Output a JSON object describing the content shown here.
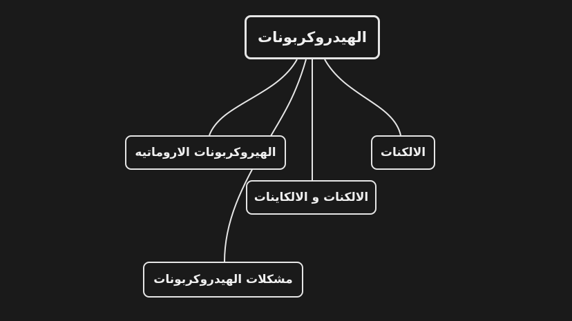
{
  "diagram": {
    "root": "الهيدروكربونات",
    "children": [
      {
        "id": "aromatic",
        "label": "الهيروكربونات الاروماتيه"
      },
      {
        "id": "alkanes",
        "label": "الالكنات"
      },
      {
        "id": "alkenes_alkynes",
        "label": "الالكنات و الالكاينات"
      },
      {
        "id": "problems",
        "label": "مشكلات الهيدروكربونات"
      }
    ],
    "colors": {
      "background": "#1a1a1a",
      "stroke": "#e6e6e6",
      "text": "#f0f0f0"
    }
  }
}
